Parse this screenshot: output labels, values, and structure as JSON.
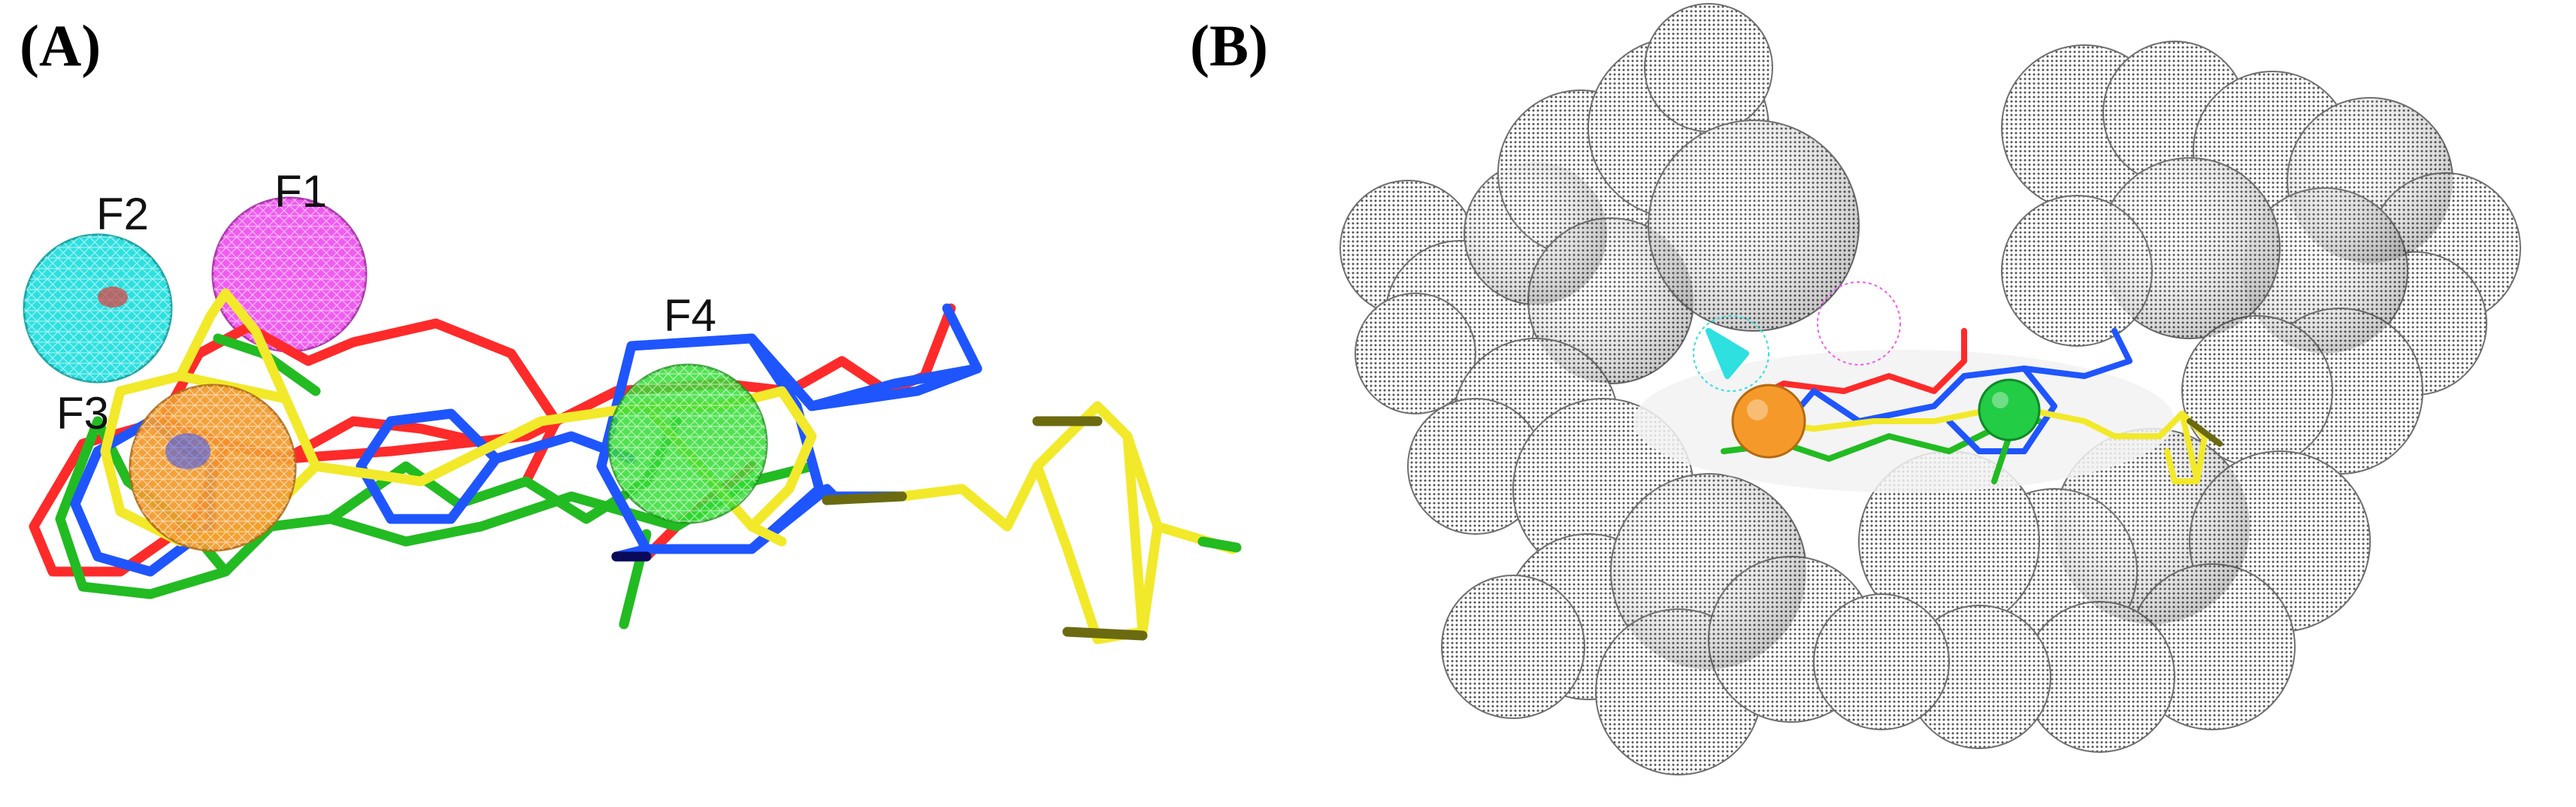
{
  "panels": {
    "a": {
      "label": "(A)"
    },
    "b": {
      "label": "(B)"
    }
  },
  "features": {
    "f1": "F1",
    "f2": "F2",
    "f3": "F3",
    "f4": "F4"
  },
  "colors": {
    "ligand_red": "#ff2a2a",
    "ligand_blue": "#1f55ff",
    "ligand_green": "#22bb22",
    "ligand_yellow": "#f2e92a",
    "feature_cyan": "#2ee0e0",
    "feature_magenta": "#f05cf0",
    "feature_orange": "#f59a2a",
    "feature_green": "#33dd33",
    "surface_gray": "#8a8a8a"
  }
}
